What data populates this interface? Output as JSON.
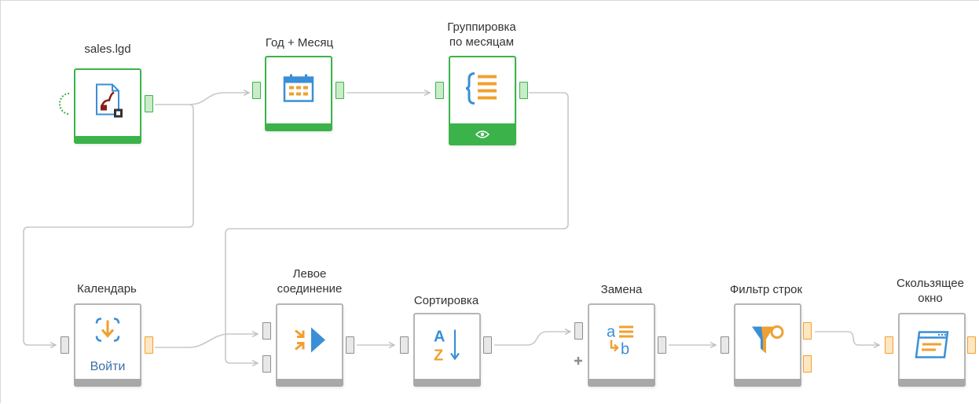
{
  "nodes": {
    "sales": {
      "label": "sales.lgd"
    },
    "year_month": {
      "label": "Год + Месяц"
    },
    "grouping": {
      "label_line1": "Группировка",
      "label_line2": "по месяцам"
    },
    "calendar": {
      "label": "Календарь",
      "action": "Войти"
    },
    "left_join": {
      "label_line1": "Левое",
      "label_line2": "соединение"
    },
    "sort": {
      "label": "Сортировка"
    },
    "replace": {
      "label": "Замена"
    },
    "row_filter": {
      "label": "Фильтр строк"
    },
    "sliding_window": {
      "label_line1": "Скользящее",
      "label_line2": "окно"
    }
  },
  "colors": {
    "green": "#3cb34a",
    "orange": "#f0a030",
    "blue": "#3a8fd6",
    "gray": "#a8a8a8"
  },
  "icons": [
    "file-import-icon",
    "calendar-icon",
    "group-brace-icon",
    "eye-icon",
    "enter-icon",
    "join-icon",
    "sort-az-icon",
    "replace-icon",
    "filter-icon",
    "window-icon",
    "plus-icon"
  ]
}
